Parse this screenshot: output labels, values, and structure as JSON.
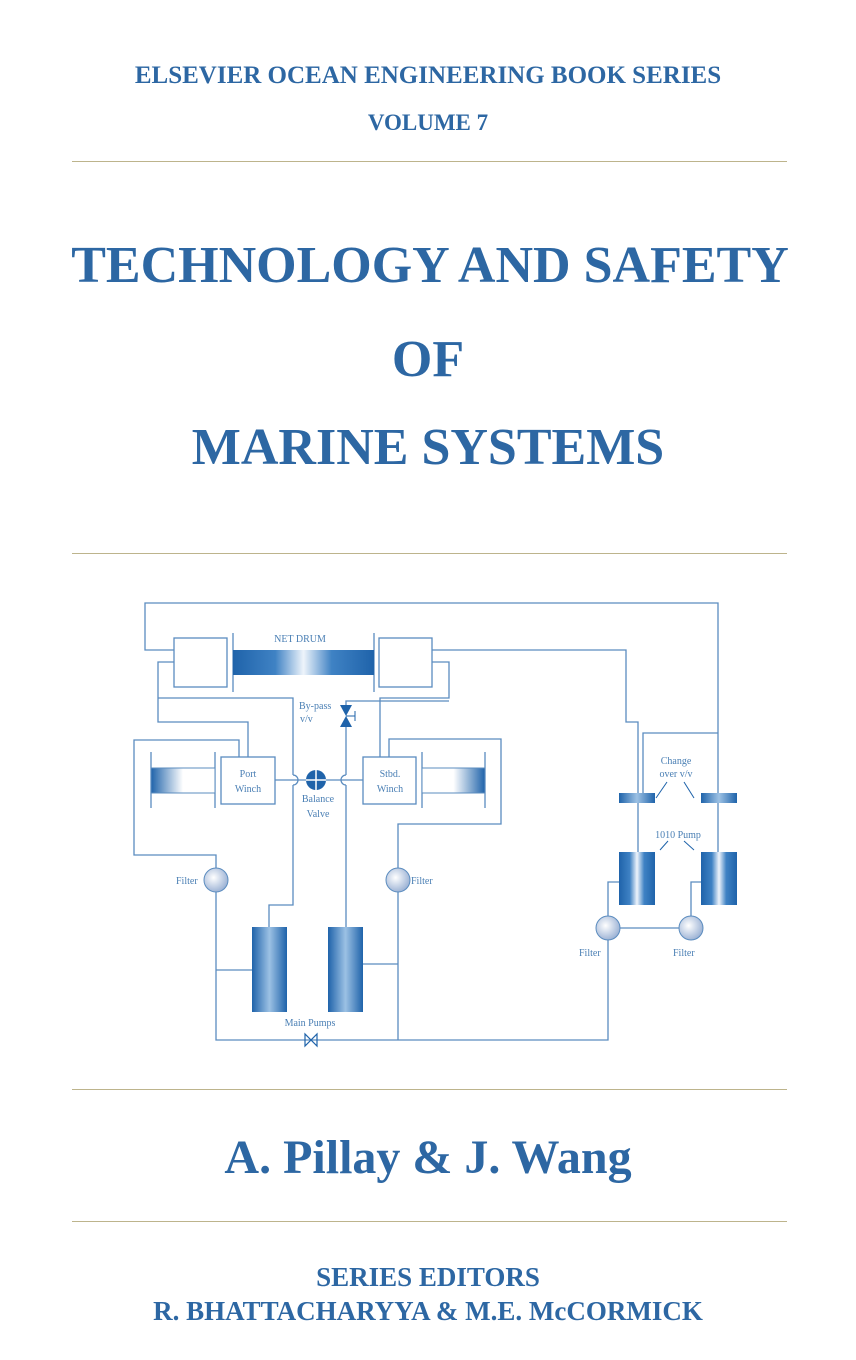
{
  "series": {
    "name": "ELSEVIER OCEAN ENGINEERING BOOK SERIES",
    "volume": "VOLUME 7"
  },
  "title": {
    "line1": "TECHNOLOGY AND SAFETY",
    "line2": "OF",
    "line3": "MARINE SYSTEMS"
  },
  "diagram": {
    "net_drum": "NET DRUM",
    "bypass_1": "By-pass",
    "bypass_2": "v/v",
    "port_1": "Port",
    "port_2": "Winch",
    "stbd_1": "Stbd.",
    "stbd_2": "Winch",
    "balance_1": "Balance",
    "balance_2": "Valve",
    "filter": "Filter",
    "main_pumps": "Main Pumps",
    "change_1": "Change",
    "change_2": "over v/v",
    "pump_1010": "1010 Pump"
  },
  "authors": "A. Pillay & J. Wang",
  "editors": {
    "heading": "SERIES EDITORS",
    "names": "R. BHATTACHARYYA & M.E. McCORMICK"
  },
  "colors": {
    "text": "#2d67a3",
    "lines": "#4a7fb4",
    "rules": "#bdb48c"
  }
}
